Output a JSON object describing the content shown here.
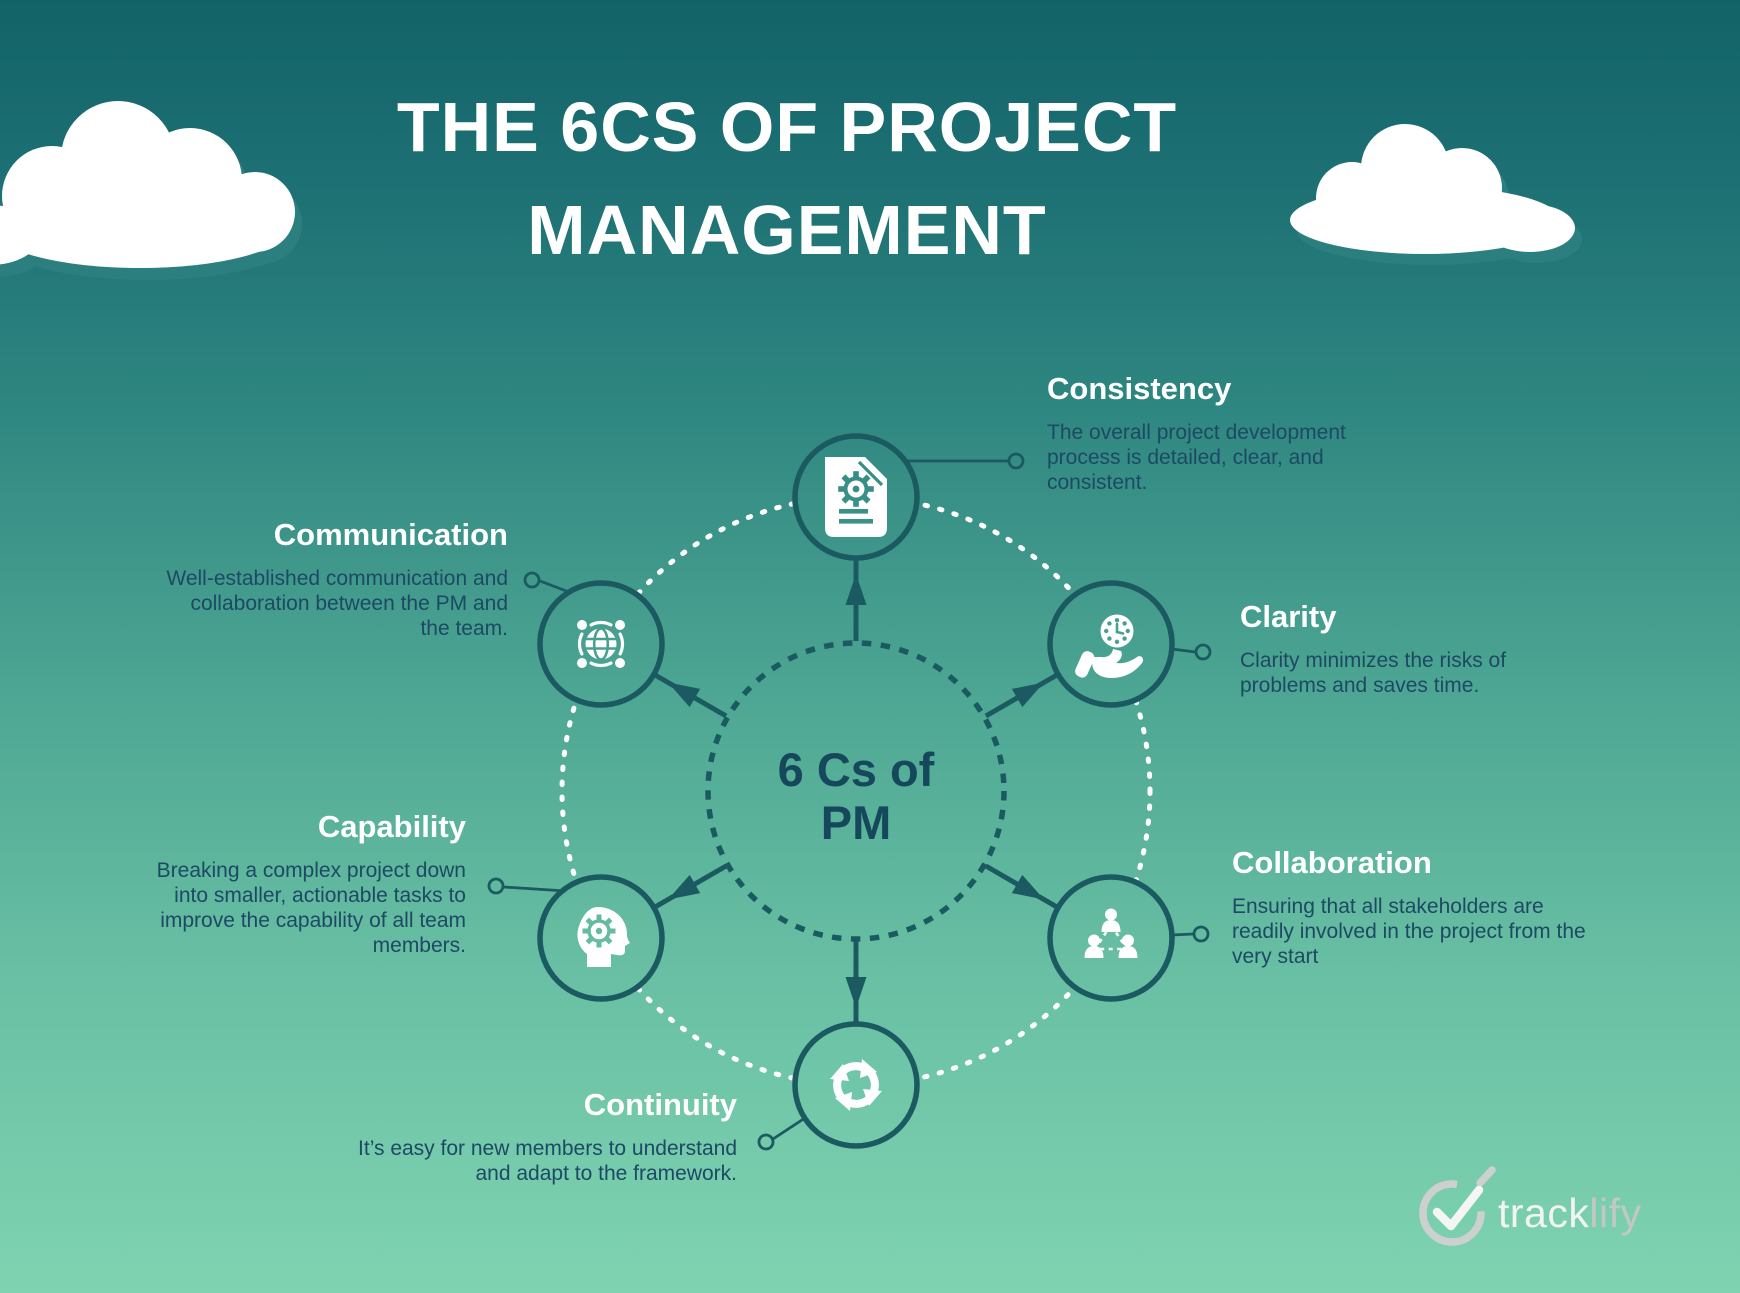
{
  "title": {
    "line1": "THE 6CS OF PROJECT",
    "line2": "MANAGEMENT"
  },
  "center_label": {
    "line1": "6 Cs of",
    "line2": "PM"
  },
  "items": [
    {
      "id": "consistency",
      "label": "Consistency",
      "description": "The overall project development process is detailed, clear, and consistent.",
      "icon": "document-gear-icon"
    },
    {
      "id": "clarity",
      "label": "Clarity",
      "description": "Clarity minimizes the risks of problems and saves time.",
      "icon": "clock-in-hand-icon"
    },
    {
      "id": "collaboration",
      "label": "Collaboration",
      "description": "Ensuring that all stakeholders are readily involved in the project from the very start",
      "icon": "team-triangle-icon"
    },
    {
      "id": "continuity",
      "label": "Continuity",
      "description": "It’s easy for new members to understand and adapt to the framework.",
      "icon": "cycle-arrows-icon"
    },
    {
      "id": "capability",
      "label": "Capability",
      "description": "Breaking a complex project down into smaller, actionable tasks to improve the capability of all team members.",
      "icon": "head-gear-icon"
    },
    {
      "id": "communication",
      "label": "Communication",
      "description": "Well-established communication and collaboration between the PM and the team.",
      "icon": "globe-network-icon"
    }
  ],
  "brand": {
    "text_primary": "track",
    "text_secondary": "lify",
    "icon": "check-circle-icon"
  },
  "colors": {
    "background_top": "#116367",
    "background_bottom": "#7fd3b1",
    "outline_teal": "#1a5a60",
    "heading_text": "#ffffff",
    "body_text": "#1d4964",
    "center_text": "#16485c",
    "dotted_circle": "#ffffff",
    "brand_gray": "#c3c8c7"
  }
}
